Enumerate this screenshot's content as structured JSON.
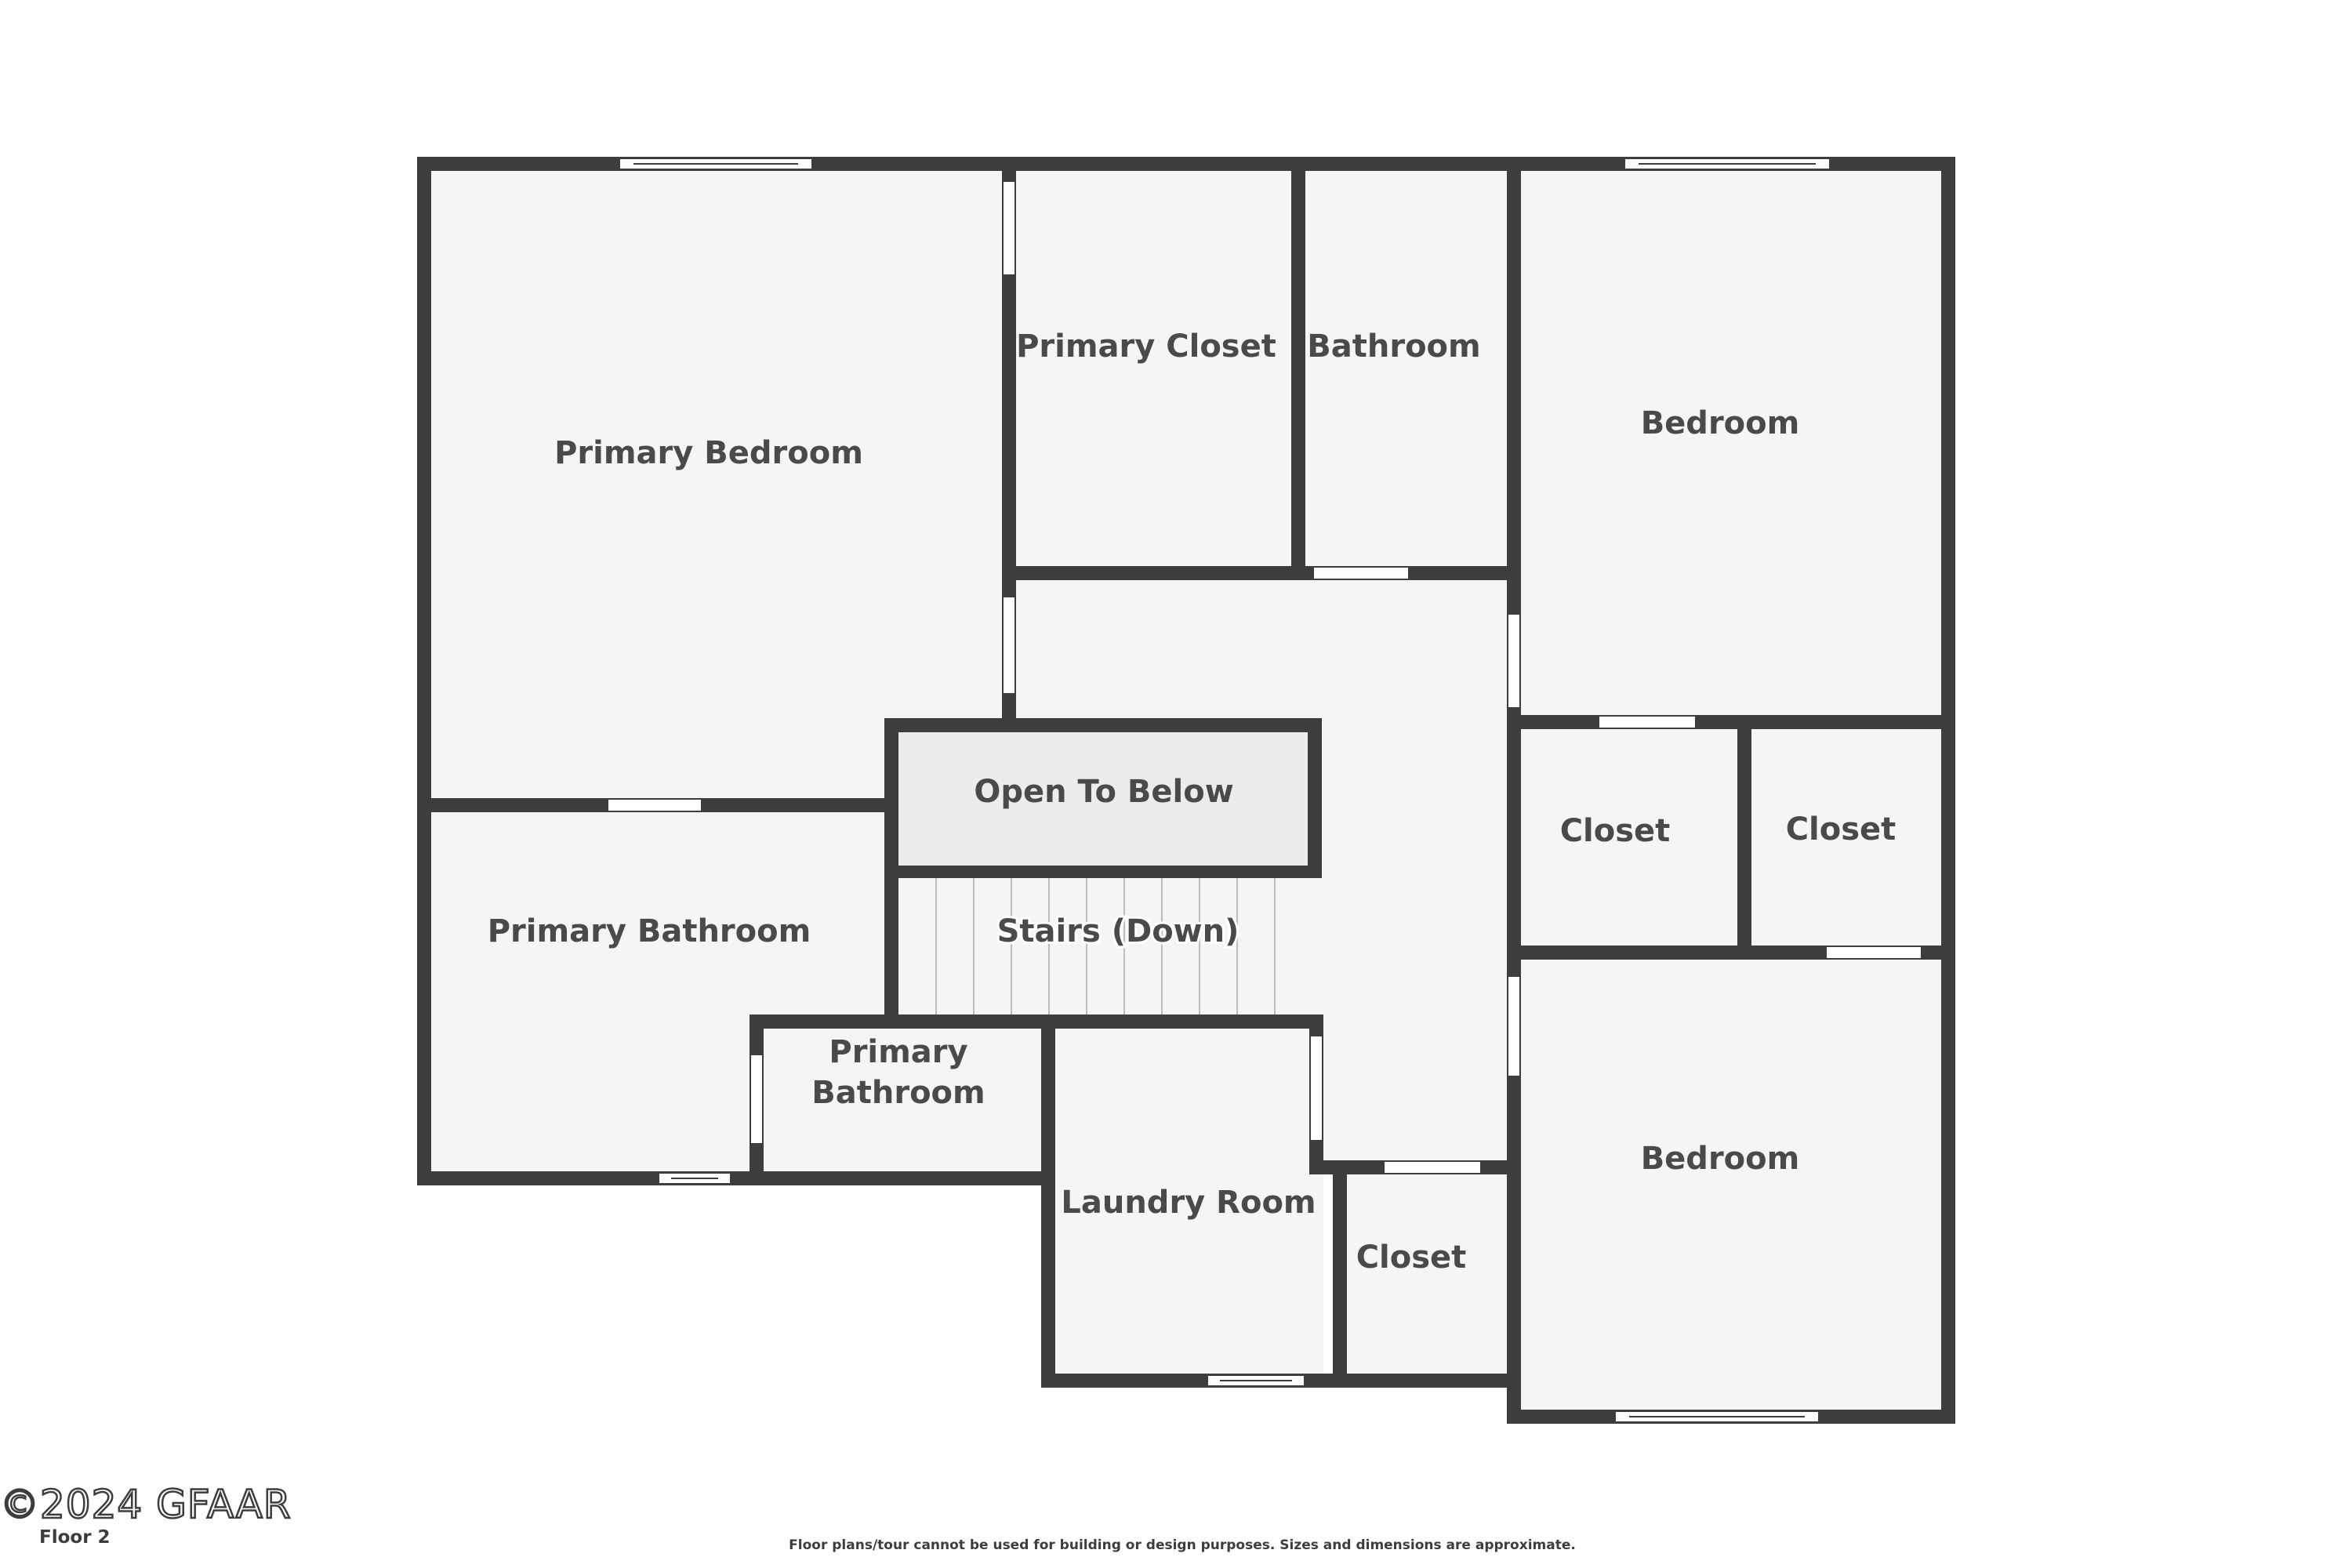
{
  "plan": {
    "rooms": {
      "primary_bedroom": "Primary Bedroom",
      "primary_closet": "Primary Closet",
      "bathroom": "Bathroom",
      "bedroom_top": "Bedroom",
      "open_to_below": "Open To Below",
      "stairs": "Stairs (Down)",
      "primary_bathroom_main": "Primary Bathroom",
      "primary_bathroom_small_line1": "Primary",
      "primary_bathroom_small_line2": "Bathroom",
      "closet_left": "Closet",
      "closet_right": "Closet",
      "laundry_room": "Laundry Room",
      "closet_bottom": "Closet",
      "bedroom_bottom": "Bedroom"
    }
  },
  "footer": {
    "watermark": "©2024 GFAAR",
    "floor_label": "Floor 2",
    "disclaimer": "Floor plans/tour cannot be used for building or design purposes. Sizes and dimensions are approximate."
  },
  "colors": {
    "wall": "#3d3d3d",
    "room_fill": "#f5f5f5",
    "open_to_below_fill": "#ececec",
    "background": "#ffffff"
  }
}
